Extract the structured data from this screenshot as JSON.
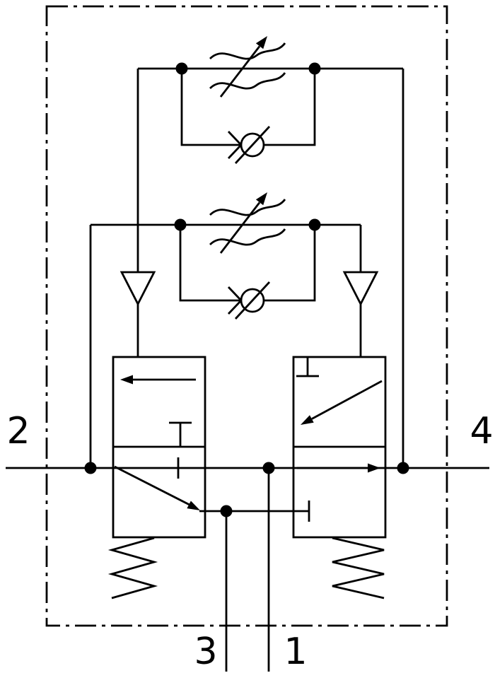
{
  "diagram": {
    "kind": "pneumatic-valve-circuit-symbol",
    "background_color": "#ffffff",
    "line_color": "#000000",
    "ports": {
      "output_left": "2",
      "output_right": "4",
      "exhaust": "3",
      "supply": "1"
    },
    "components": {
      "enclosure": "dash-dot component boundary",
      "flow_control_upper": "adjustable one-way flow control valve",
      "flow_control_lower": "adjustable one-way flow control valve",
      "check_valve_upper": "non-return valve",
      "check_valve_lower": "non-return valve",
      "pilot_left": "pneumatic pilot triangle",
      "pilot_right": "pneumatic pilot triangle",
      "valve_left": "3/2-way valve, pilot operated, spring return",
      "valve_right": "3/2-way valve, pilot operated, spring return",
      "junctions": "connection dots"
    }
  }
}
